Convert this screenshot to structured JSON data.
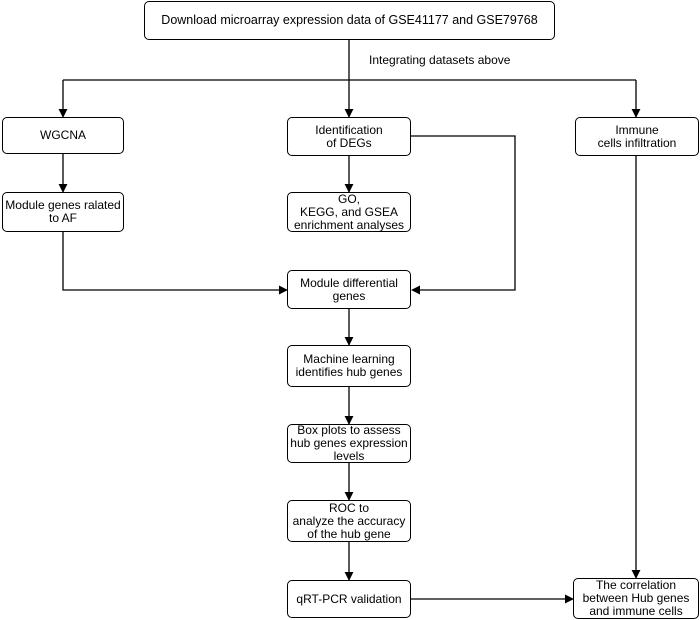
{
  "nodes": {
    "download": "Download microarray expression data of GSE41177 and GSE79768",
    "wgcna": "WGCNA",
    "degs": "Identification\nof DEGs",
    "immune": "Immune\ncells infiltration",
    "module_genes": "Module genes ralated\nto AF",
    "enrichment": "GO,\nKEGG, and GSEA\nenrichment analyses",
    "module_diff": "Module  differential\ngenes",
    "ml": "Machine learning\nidentifies hub genes",
    "boxplots": "Box plots to assess\nhub genes expression\nlevels",
    "roc": "ROC to\nanalyze the accuracy\nof the hub gene",
    "qrtpcr": "qRT-PCR validation",
    "correlation": "The correlation\nbetween Hub genes\nand immune cells"
  },
  "edge_labels": {
    "integrating": "Integrating datasets above"
  }
}
